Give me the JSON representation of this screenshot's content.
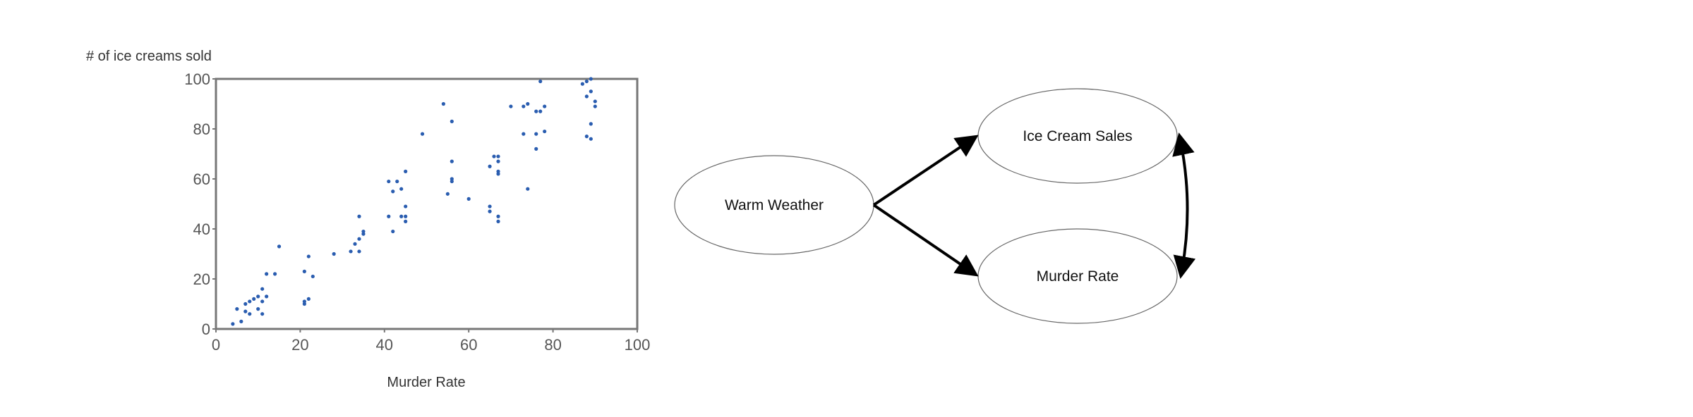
{
  "chart_data": {
    "type": "scatter",
    "title": "",
    "xlabel": "Murder Rate",
    "ylabel": "# of ice creams sold",
    "xlim": [
      0,
      100
    ],
    "ylim": [
      0,
      100
    ],
    "xticks": [
      "0",
      "20",
      "40",
      "60",
      "80",
      "100"
    ],
    "yticks": [
      "0",
      "20",
      "40",
      "60",
      "80",
      "100"
    ],
    "grid": false,
    "point_color": "#2a5db0",
    "points": [
      [
        4,
        2
      ],
      [
        5,
        8
      ],
      [
        6,
        3
      ],
      [
        7,
        7
      ],
      [
        7,
        10
      ],
      [
        8,
        6
      ],
      [
        8,
        11
      ],
      [
        9,
        12
      ],
      [
        10,
        8
      ],
      [
        10,
        13
      ],
      [
        11,
        16
      ],
      [
        11,
        11
      ],
      [
        11,
        6
      ],
      [
        12,
        13
      ],
      [
        12,
        22
      ],
      [
        14,
        22
      ],
      [
        15,
        33
      ],
      [
        21,
        23
      ],
      [
        21,
        11
      ],
      [
        21,
        10
      ],
      [
        22,
        12
      ],
      [
        22,
        29
      ],
      [
        23,
        21
      ],
      [
        28,
        30
      ],
      [
        32,
        31
      ],
      [
        33,
        34
      ],
      [
        34,
        31
      ],
      [
        34,
        36
      ],
      [
        34,
        45
      ],
      [
        35,
        38
      ],
      [
        35,
        39
      ],
      [
        41,
        45
      ],
      [
        41,
        59
      ],
      [
        42,
        55
      ],
      [
        42,
        39
      ],
      [
        43,
        59
      ],
      [
        44,
        56
      ],
      [
        44,
        45
      ],
      [
        45,
        45
      ],
      [
        45,
        43
      ],
      [
        45,
        49
      ],
      [
        45,
        63
      ],
      [
        49,
        78
      ],
      [
        54,
        90
      ],
      [
        55,
        54
      ],
      [
        56,
        83
      ],
      [
        56,
        67
      ],
      [
        56,
        60
      ],
      [
        56,
        59
      ],
      [
        60,
        52
      ],
      [
        65,
        65
      ],
      [
        65,
        49
      ],
      [
        65,
        47
      ],
      [
        66,
        69
      ],
      [
        67,
        69
      ],
      [
        67,
        67
      ],
      [
        67,
        63
      ],
      [
        67,
        62
      ],
      [
        67,
        45
      ],
      [
        67,
        43
      ],
      [
        70,
        89
      ],
      [
        73,
        78
      ],
      [
        73,
        89
      ],
      [
        74,
        90
      ],
      [
        74,
        56
      ],
      [
        76,
        78
      ],
      [
        76,
        72
      ],
      [
        76,
        87
      ],
      [
        77,
        87
      ],
      [
        77,
        99
      ],
      [
        78,
        79
      ],
      [
        78,
        89
      ],
      [
        87,
        98
      ],
      [
        88,
        99
      ],
      [
        88,
        93
      ],
      [
        88,
        77
      ],
      [
        89,
        100
      ],
      [
        89,
        95
      ],
      [
        89,
        82
      ],
      [
        89,
        76
      ],
      [
        90,
        91
      ],
      [
        90,
        89
      ]
    ]
  },
  "diagram": {
    "nodes": {
      "warm_weather": "Warm Weather",
      "ice_cream_sales": "Ice Cream Sales",
      "murder_rate": "Murder Rate"
    },
    "edges": [
      {
        "from": "Warm Weather",
        "to": "Ice Cream Sales",
        "type": "directed"
      },
      {
        "from": "Warm Weather",
        "to": "Murder Rate",
        "type": "directed"
      },
      {
        "from": "Ice Cream Sales",
        "to": "Murder Rate",
        "type": "bidirectional"
      }
    ]
  }
}
